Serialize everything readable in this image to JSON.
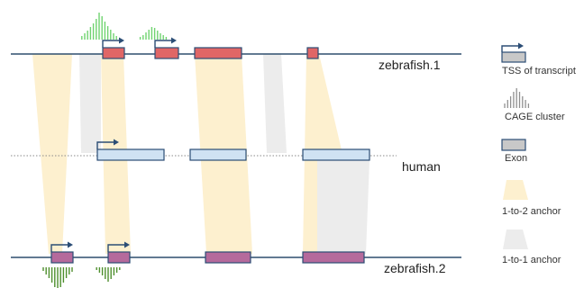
{
  "tracks": {
    "zebrafish1": "zebrafish.1",
    "human": "human",
    "zebrafish2": "zebrafish.2"
  },
  "legend": {
    "tss": "TSS of transcript",
    "cage": "CAGE cluster",
    "exon": "Exon",
    "anchor_1to2": "1-to-2 anchor",
    "anchor_1to1": "1-to-1 anchor"
  },
  "colors": {
    "backbone": "#2f4f6f",
    "zebrafish1_exon": "#e06666",
    "human_exon": "#cfe2f3",
    "zebrafish2_exon": "#b56a9c",
    "exon_border": "#2b4d75",
    "cage_light_green": "#6fd36f",
    "cage_dark_green": "#4e8f2e",
    "anchor_1to2": "#fdf0cf",
    "anchor_1to1": "#ececec",
    "legend_exon": "#c8c8c8",
    "legend_cage": "#909090"
  },
  "icons": {
    "tss": "tss-arrow-icon",
    "cage": "cage-cluster-icon",
    "exon": "exon-box-icon",
    "anchor_1to2": "anchor-1to2-icon",
    "anchor_1to1": "anchor-1to1-icon"
  }
}
